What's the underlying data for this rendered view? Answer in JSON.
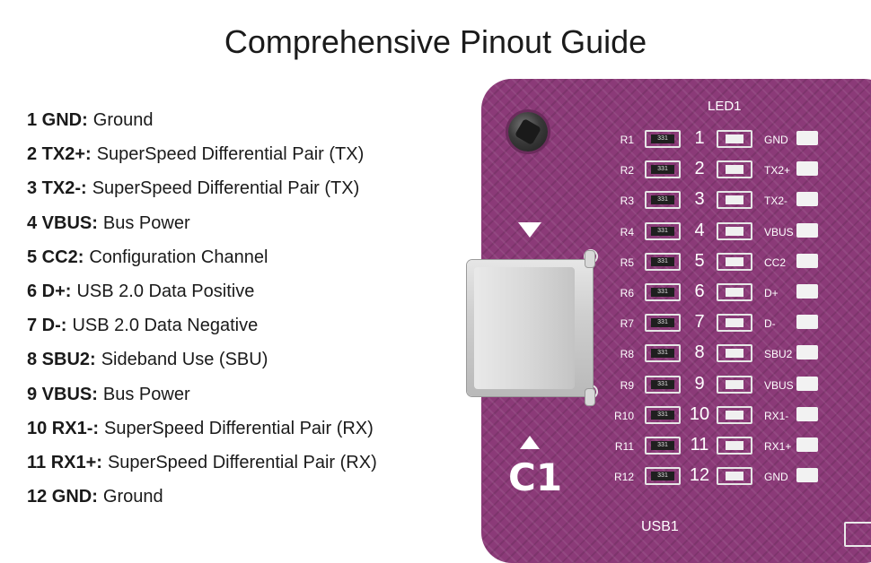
{
  "title": "Comprehensive Pinout Guide",
  "pins": [
    {
      "label": "1 GND:",
      "desc": "Ground"
    },
    {
      "label": "2 TX2+:",
      "desc": "SuperSpeed Differential Pair (TX)"
    },
    {
      "label": "3 TX2-:",
      "desc": "SuperSpeed Differential Pair (TX)"
    },
    {
      "label": "4 VBUS:",
      "desc": "Bus Power"
    },
    {
      "label": "5 CC2:",
      "desc": "Configuration Channel"
    },
    {
      "label": "6 D+:",
      "desc": "USB 2.0 Data Positive"
    },
    {
      "label": "7 D-:",
      "desc": "USB 2.0 Data Negative"
    },
    {
      "label": "8 SBU2:",
      "desc": "Sideband Use (SBU)"
    },
    {
      "label": "9 VBUS:",
      "desc": "Bus Power"
    },
    {
      "label": "10 RX1-:",
      "desc": "SuperSpeed Differential Pair (RX)"
    },
    {
      "label": "11 RX1+:",
      "desc": "SuperSpeed Differential Pair (RX)"
    },
    {
      "label": "12 GND:",
      "desc": "Ground"
    }
  ],
  "board": {
    "led_header": "LED1",
    "connector_label": "C1",
    "usb_label": "USB1",
    "resistor_value": "331",
    "colors": {
      "pcb": "#8b3a78",
      "silkscreen": "#ffffff"
    },
    "rows": [
      {
        "ref": "R1",
        "num": "1",
        "signal": "GND"
      },
      {
        "ref": "R2",
        "num": "2",
        "signal": "TX2+"
      },
      {
        "ref": "R3",
        "num": "3",
        "signal": "TX2-"
      },
      {
        "ref": "R4",
        "num": "4",
        "signal": "VBUS"
      },
      {
        "ref": "R5",
        "num": "5",
        "signal": "CC2"
      },
      {
        "ref": "R6",
        "num": "6",
        "signal": "D+"
      },
      {
        "ref": "R7",
        "num": "7",
        "signal": "D-"
      },
      {
        "ref": "R8",
        "num": "8",
        "signal": "SBU2"
      },
      {
        "ref": "R9",
        "num": "9",
        "signal": "VBUS"
      },
      {
        "ref": "R10",
        "num": "10",
        "signal": "RX1-"
      },
      {
        "ref": "R11",
        "num": "11",
        "signal": "RX1+"
      },
      {
        "ref": "R12",
        "num": "12",
        "signal": "GND"
      }
    ]
  }
}
